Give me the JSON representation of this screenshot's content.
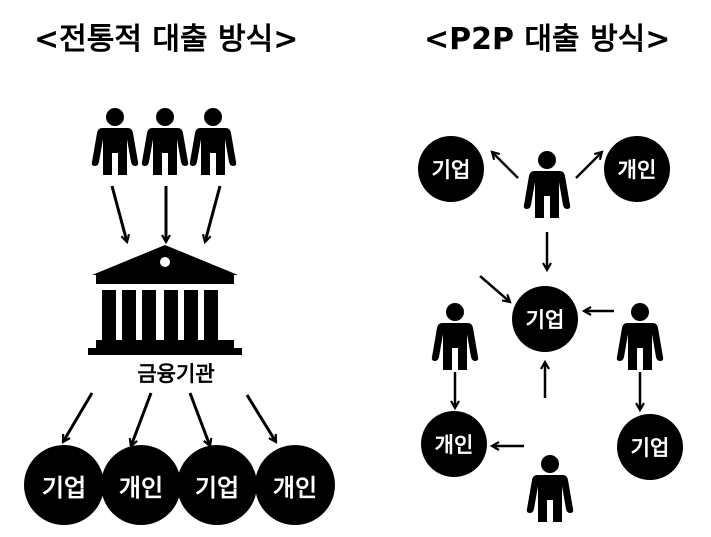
{
  "traditional": {
    "title": "<전통적 대출 방식>",
    "institution_label": "금융기관",
    "borrowers": [
      "기업",
      "개인",
      "기업",
      "개인"
    ]
  },
  "p2p": {
    "title": "<P2P 대출 방식>",
    "nodes": {
      "top_left": "기업",
      "top_right": "개인",
      "center": "기업",
      "bottom_left": "개인",
      "bottom_right": "기업"
    }
  },
  "colors": {
    "foreground": "#000000",
    "background": "#ffffff"
  }
}
